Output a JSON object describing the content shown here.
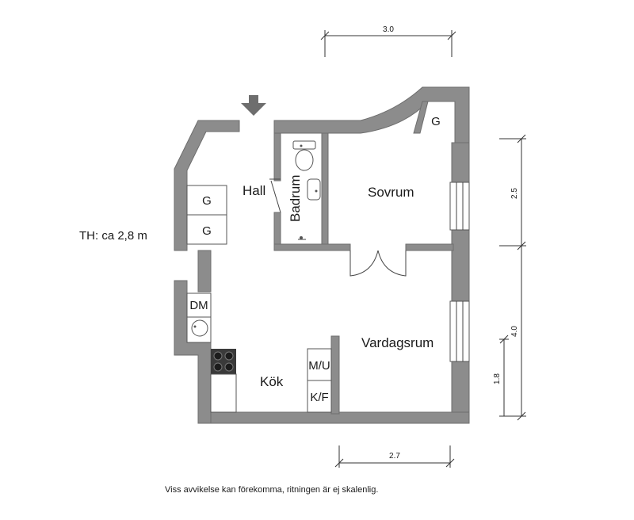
{
  "rooms": {
    "hall": "Hall",
    "badrum": "Badrum",
    "sovrum": "Sovrum",
    "vardagsrum": "Vardagsrum",
    "kok": "Kök"
  },
  "appliances": {
    "g1": "G",
    "g2": "G",
    "g3": "G",
    "dm": "DM",
    "mu": "M/U",
    "kf": "K/F"
  },
  "dimensions": {
    "top": "3.0",
    "bottom": "2.7",
    "right_upper": "2.5",
    "right_lower": "4.0",
    "window": "1.8"
  },
  "ceiling_height": "TH: ca 2,8 m",
  "disclaimer": "Viss avvikelse kan förekomma, ritningen är ej skalenlig."
}
